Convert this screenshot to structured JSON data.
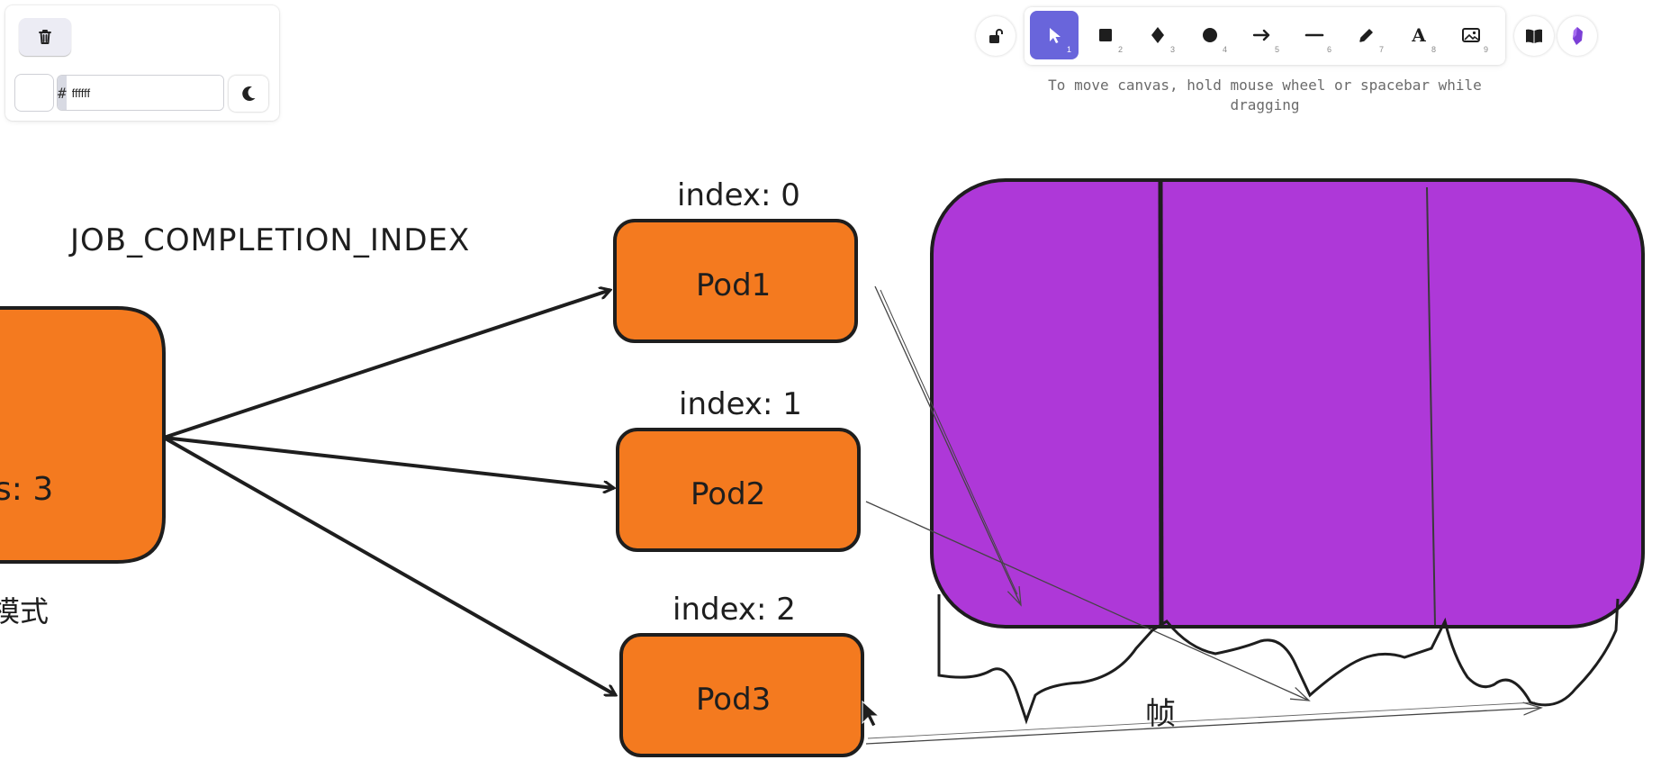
{
  "properties_panel": {
    "delete_label": "Delete",
    "hash_symbol": "#",
    "background_hex": "ffffff",
    "background_color": "#ffffff"
  },
  "toolbar": {
    "tools": [
      {
        "name": "selection",
        "shortcut": "1",
        "active": true
      },
      {
        "name": "rectangle",
        "shortcut": "2"
      },
      {
        "name": "diamond",
        "shortcut": "3"
      },
      {
        "name": "ellipse",
        "shortcut": "4"
      },
      {
        "name": "arrow",
        "shortcut": "5"
      },
      {
        "name": "line",
        "shortcut": "6"
      },
      {
        "name": "draw",
        "shortcut": "7"
      },
      {
        "name": "text",
        "shortcut": "8",
        "glyph": "A"
      },
      {
        "name": "image",
        "shortcut": "9"
      }
    ],
    "accent_color": "#6965db",
    "hint": "To move canvas, hold mouse wheel or spacebar while dragging"
  },
  "canvas": {
    "heading": "JOB_COMPLETION_INDEX",
    "job_box_text": "s: 3",
    "job_caption": "模式",
    "pods": [
      {
        "index_label": "index: 0",
        "label": "Pod1"
      },
      {
        "index_label": "index: 1",
        "label": "Pod2"
      },
      {
        "index_label": "index: 2",
        "label": "Pod3"
      }
    ],
    "frame_caption": "帧",
    "colors": {
      "pod_fill": "#f47a1f",
      "big_box_fill": "#ae38d8",
      "stroke": "#1e1e1e"
    }
  }
}
